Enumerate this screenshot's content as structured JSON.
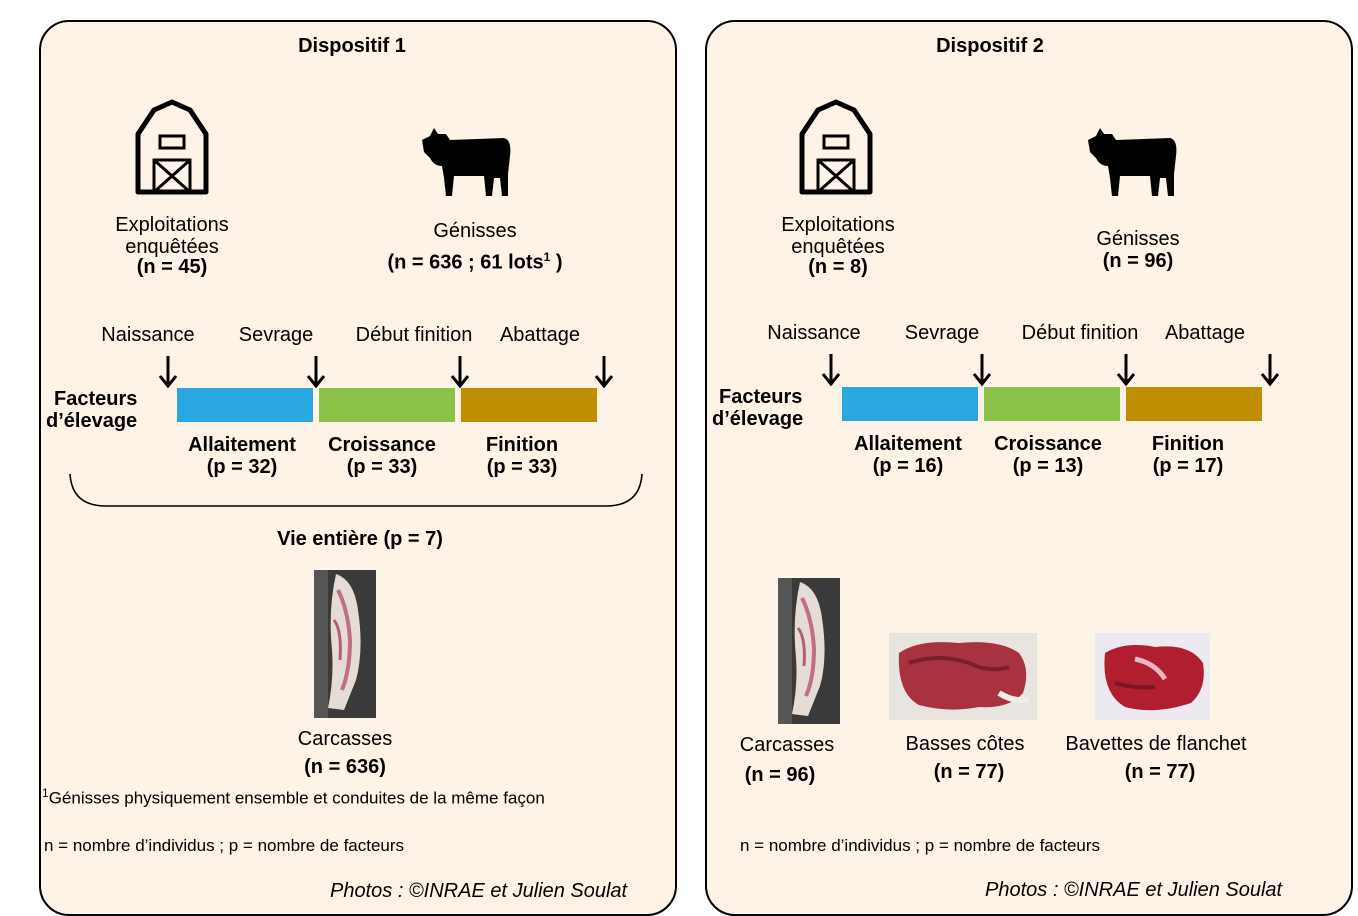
{
  "colors": {
    "panel_bg": "#fdf3e7",
    "allaitement": "#2aa6e0",
    "croissance": "#8bc34a",
    "finition": "#c08c00"
  },
  "icons": [
    "barn-icon",
    "cow-icon"
  ],
  "panel1": {
    "title": "Dispositif 1",
    "exploitations": {
      "label": "Exploitations enquêtées",
      "label_l1": "Exploitations",
      "label_l2": "enquêtées",
      "count": "(n = 45)"
    },
    "genisses": {
      "label": "Génisses",
      "count": "(n = 636 ; 61 lots",
      "sup": "1",
      "count_end": " )"
    },
    "stages": [
      "Naissance",
      "Sevrage",
      "Début finition",
      "Abattage"
    ],
    "facteurs_label_l1": "Facteurs",
    "facteurs_label_l2": "d’élevage",
    "phases": [
      {
        "name": "Allaitement",
        "p": "(p = 32)"
      },
      {
        "name": "Croissance",
        "p": "(p = 33)"
      },
      {
        "name": "Finition",
        "p": "(p = 33)"
      }
    ],
    "vie_entiere": "Vie entière (p = 7)",
    "carcasses": {
      "label": "Carcasses",
      "count": "(n = 636)"
    },
    "footnote_sup": "1",
    "footnote": "Génisses physiquement ensemble et conduites de la même façon",
    "legend": "n = nombre d’individus ; p = nombre de facteurs",
    "credit": "Photos : ©INRAE et Julien Soulat"
  },
  "panel2": {
    "title": "Dispositif 2",
    "exploitations": {
      "label_l1": "Exploitations",
      "label_l2": "enquêtées",
      "count": "(n = 8)"
    },
    "genisses": {
      "label": "Génisses",
      "count": "(n = 96)"
    },
    "stages": [
      "Naissance",
      "Sevrage",
      "Début finition",
      "Abattage"
    ],
    "facteurs_label_l1": "Facteurs",
    "facteurs_label_l2": "d’élevage",
    "phases": [
      {
        "name": "Allaitement",
        "p": "(p = 16)"
      },
      {
        "name": "Croissance",
        "p": "(p = 13)"
      },
      {
        "name": "Finition",
        "p": "(p = 17)"
      }
    ],
    "products": [
      {
        "label": "Carcasses",
        "count": "(n = 96)"
      },
      {
        "label": "Basses côtes",
        "count": "(n = 77)"
      },
      {
        "label": "Bavettes de flanchet",
        "count": "(n = 77)"
      }
    ],
    "legend": "n = nombre d’individus ; p = nombre de facteurs",
    "credit": "Photos : ©INRAE et Julien Soulat"
  }
}
